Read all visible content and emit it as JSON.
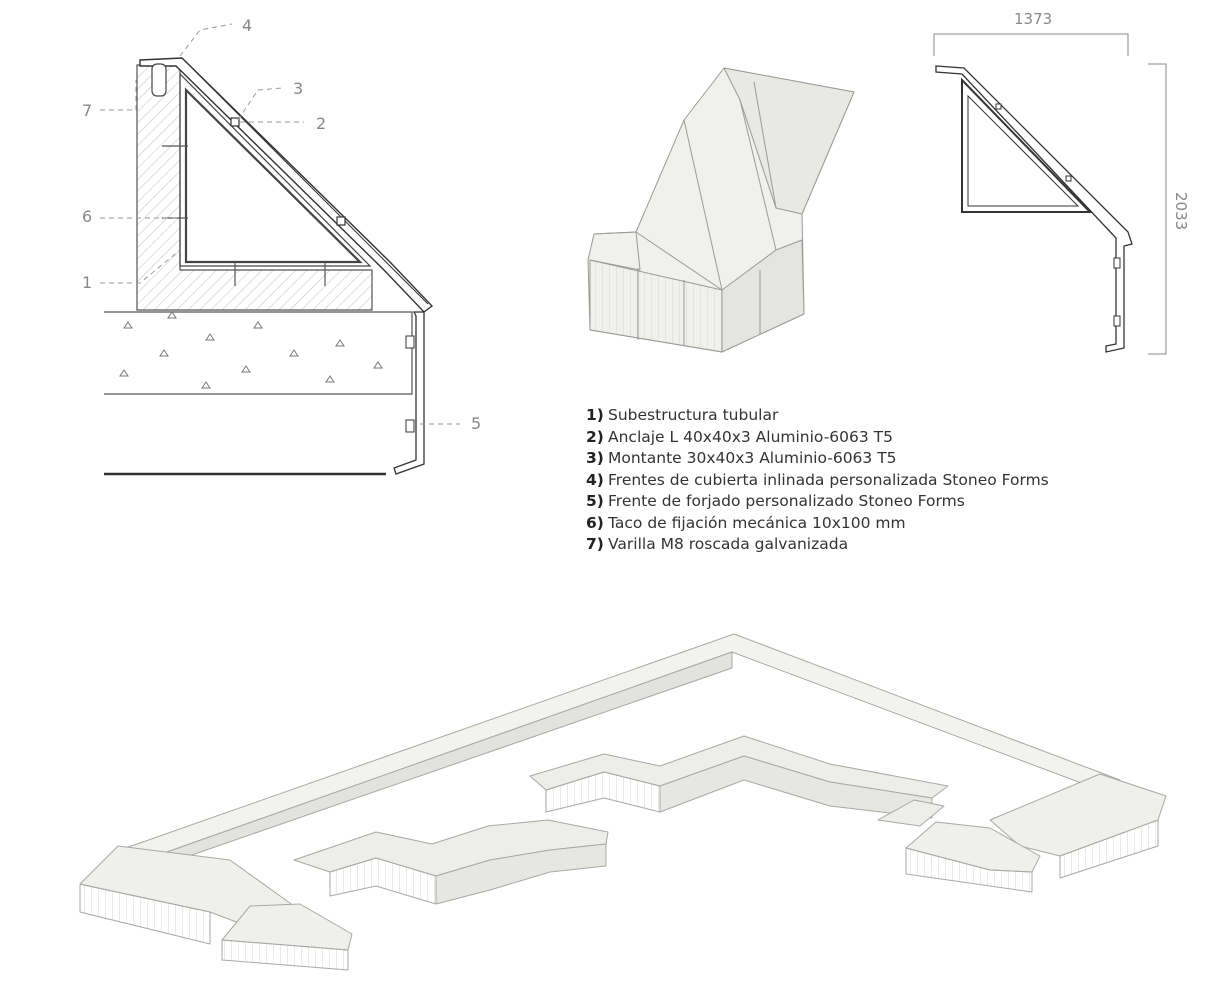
{
  "section_callouts": [
    "7",
    "6",
    "1",
    "4",
    "3",
    "2",
    "5"
  ],
  "dimensions": {
    "width": "1373",
    "height": "2033"
  },
  "legend": [
    {
      "num": "1)",
      "text": "Subestructura tubular"
    },
    {
      "num": "2)",
      "text": "Anclaje L 40x40x3 Aluminio-6063 T5"
    },
    {
      "num": "3)",
      "text": "Montante 30x40x3 Aluminio-6063 T5"
    },
    {
      "num": "4)",
      "text": "Frentes de cubierta inlinada personalizada Stoneo Forms"
    },
    {
      "num": "5)",
      "text": "Frente de forjado personalizado Stoneo Forms"
    },
    {
      "num": "6)",
      "text": "Taco de fijación mecánica 10x100 mm"
    },
    {
      "num": "7)",
      "text": "Varilla M8 roscada galvanizada"
    }
  ],
  "colors": {
    "line": "#555555",
    "leader": "#999999",
    "panel": "#f0f0ed",
    "panel_dark": "#dcdcd8",
    "hatch": "#b5b5b5"
  }
}
